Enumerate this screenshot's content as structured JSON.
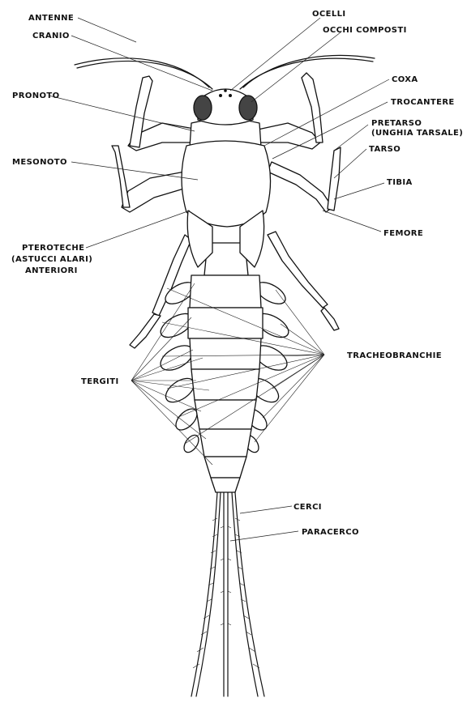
{
  "labels": {
    "antenne": "ANTENNE",
    "cranio": "CRANIO",
    "ocelli": "OCELLI",
    "occhi_composti": "OCCHI COMPOSTI",
    "pronoto": "PRONOTO",
    "coxa": "COXA",
    "trocantere": "TROCANTERE",
    "pretarso_1": "PRETARSO",
    "pretarso_2": "(UNGHIA TARSALE)",
    "tarso": "TARSO",
    "mesonoto": "MESONOTO",
    "tibia": "TIBIA",
    "femore": "FEMORE",
    "pteroteche_1": "PTEROTECHE",
    "pteroteche_2": "(ASTUCCI ALARI)",
    "pteroteche_3": "ANTERIORI",
    "tergiti": "TERGITI",
    "tracheobranchie": "TRACHEOBRANCHIE",
    "cerci": "CERCI",
    "paracerco": "PARACERCO"
  },
  "colors": {
    "ink": "#111111",
    "background": "#ffffff"
  }
}
